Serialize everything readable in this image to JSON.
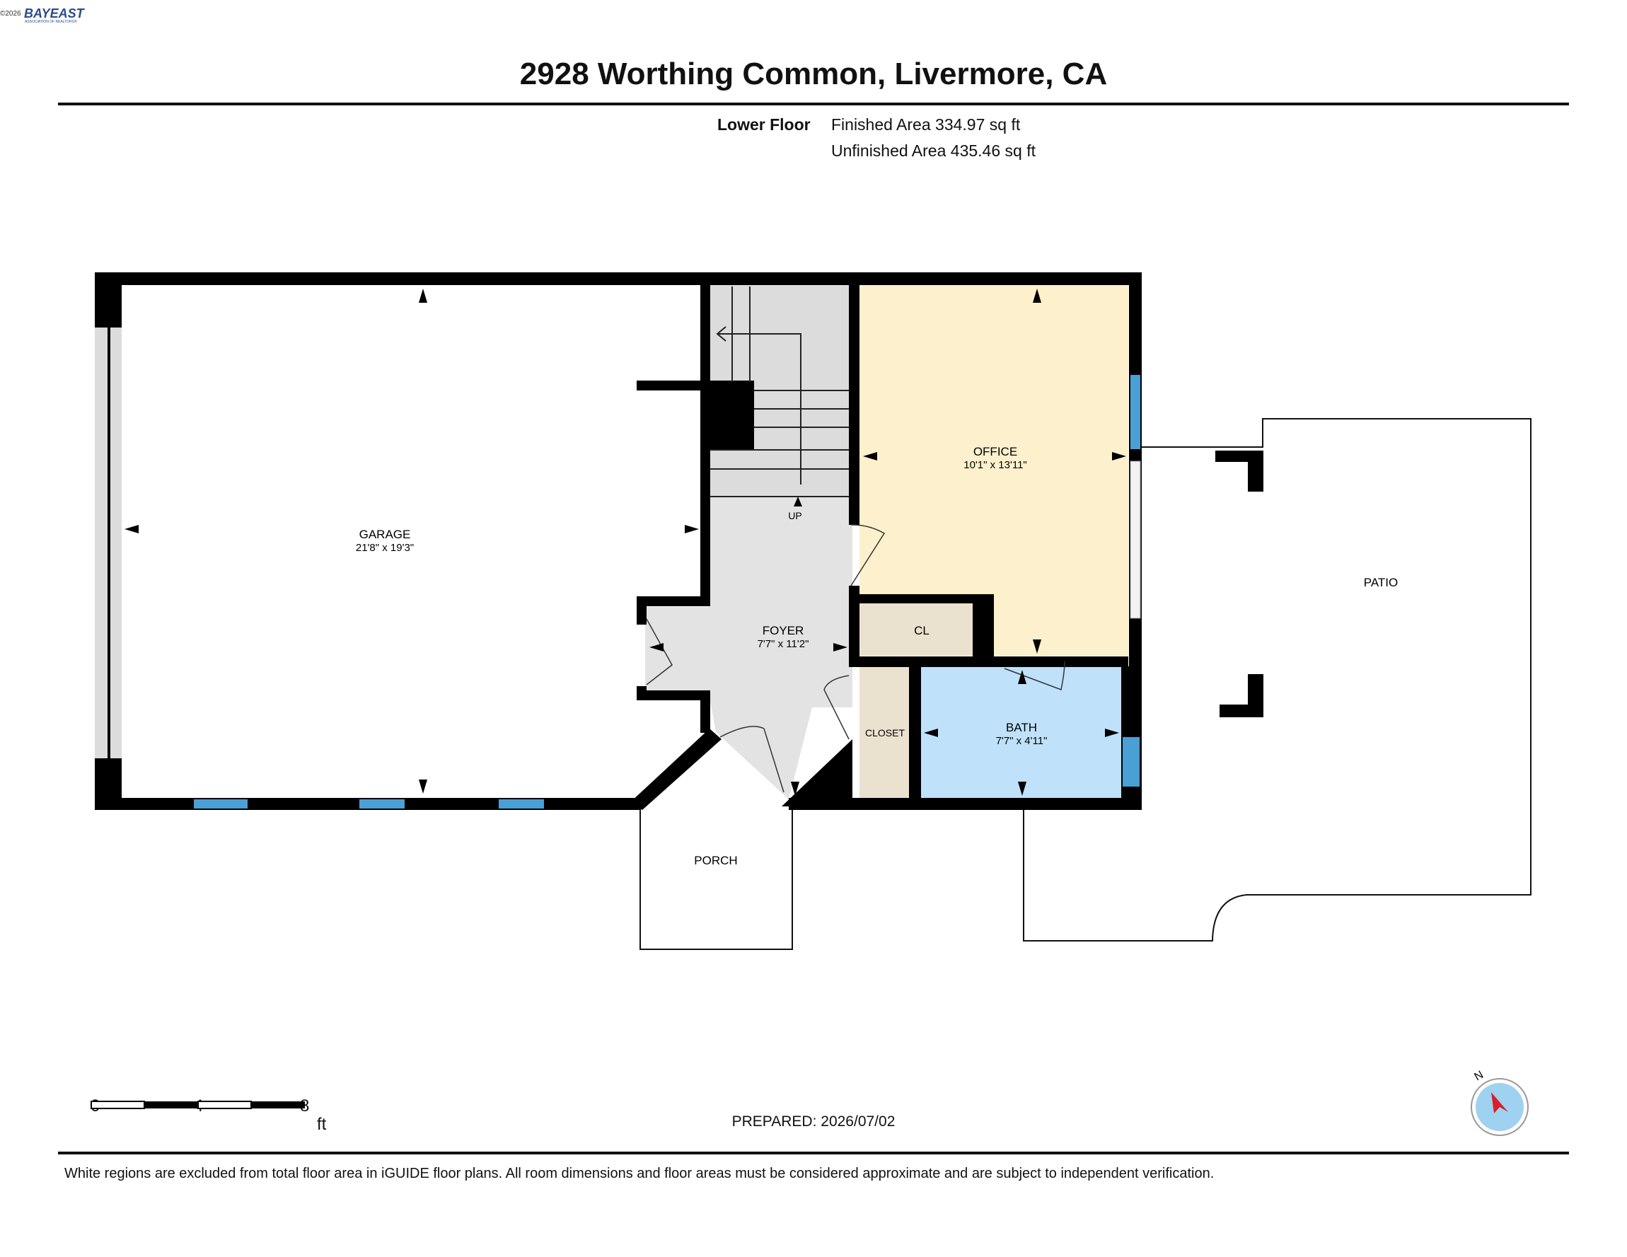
{
  "header": {
    "copyright": "©2026",
    "logo_text": "BAYEAST",
    "logo_subtext": "ASSOCIATION OF REALTORS®",
    "title": "2928 Worthing Common, Livermore, CA"
  },
  "summary": {
    "floor_label": "Lower Floor",
    "finished_area": "Finished Area 334.97 sq ft",
    "unfinished_area": "Unfinished Area 435.46 sq ft"
  },
  "rooms": {
    "garage": {
      "name": "GARAGE",
      "dims": "21'8\" x 19'3\""
    },
    "office": {
      "name": "OFFICE",
      "dims": "10'1\" x 13'11\""
    },
    "foyer": {
      "name": "FOYER",
      "dims": "7'7\" x 11'2\""
    },
    "cl": {
      "name": "CL"
    },
    "closet": {
      "name": "CLOSET"
    },
    "bath": {
      "name": "BATH",
      "dims": "7'7\" x 4'11\""
    },
    "porch": {
      "name": "PORCH"
    },
    "patio": {
      "name": "PATIO"
    },
    "stairs_label": "UP"
  },
  "colors": {
    "wall": "#000000",
    "office_fill": "#fdf0cc",
    "bath_fill": "#bfe1fa",
    "closet_fill": "#ebe1cf",
    "foyer_fill": "#e3e3e3",
    "window": "#4a9fd4",
    "compass_arrow": "#d8202a",
    "compass_disc": "#9fd2f0"
  },
  "scale": {
    "ticks": [
      "0",
      "4",
      "8"
    ],
    "unit": "ft"
  },
  "compass": {
    "label": "N"
  },
  "footer": {
    "prepared": "PREPARED: 2026/07/02",
    "disclaimer": "White regions are excluded from total floor area in iGUIDE floor plans. All room dimensions and floor areas must be considered approximate and are subject to independent verification."
  }
}
